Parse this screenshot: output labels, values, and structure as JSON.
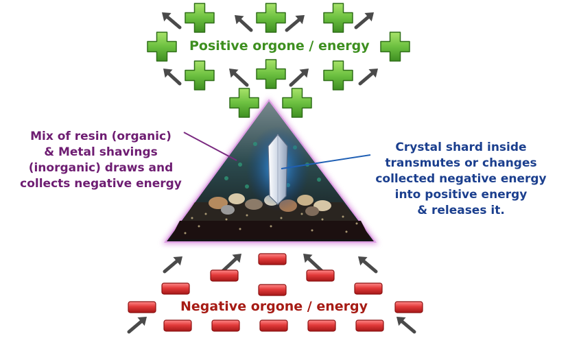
{
  "positive_label": "Positive orgone / energy",
  "negative_label": "Negative orgone / energy",
  "left_note": [
    "Mix of resin (organic)",
    "& Metal shavings",
    "(inorganic) draws and",
    "collects negative energy"
  ],
  "right_note": [
    "Crystal shard inside",
    "transmutes or changes",
    "collected negative energy",
    "into positive energy",
    "& releases it."
  ],
  "colors": {
    "positive": "#3d8f1f",
    "negative": "#a61b14",
    "left_note": "#6e1d72",
    "right_note": "#1b3f8e",
    "plus_fill": "#6cc040",
    "minus_fill": "#e23a3a",
    "arrow": "#4a4a4a",
    "pyramid_glow": "#d07ad6"
  },
  "icons": {
    "positive": "plus-icon",
    "negative": "minus-icon",
    "flow": "arrow-icon",
    "crystal": "crystal-icon"
  }
}
